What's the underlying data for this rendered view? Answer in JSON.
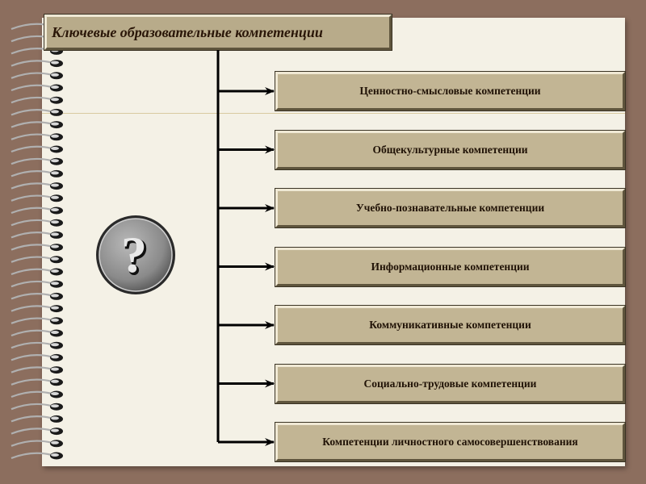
{
  "title": "Ключевые образовательные компетенции",
  "items": [
    {
      "label": "Ценностно-смысловые компетенции"
    },
    {
      "label": "Общекультурные компетенции"
    },
    {
      "label": "Учебно-познавательные компетенции"
    },
    {
      "label": "Информационные компетенции"
    },
    {
      "label": "Коммуникативные компетенции"
    },
    {
      "label": "Социально-трудовые компетенции"
    },
    {
      "label": "Компетенции личностного самосовершенствования"
    }
  ],
  "icons": {
    "help": "question-mark-icon",
    "binding": "spiral-binding-icon"
  },
  "colors": {
    "background": "#8c6e5e",
    "paper": "#f4f1e6",
    "box_fill": "#c2b594",
    "text": "#201206"
  }
}
